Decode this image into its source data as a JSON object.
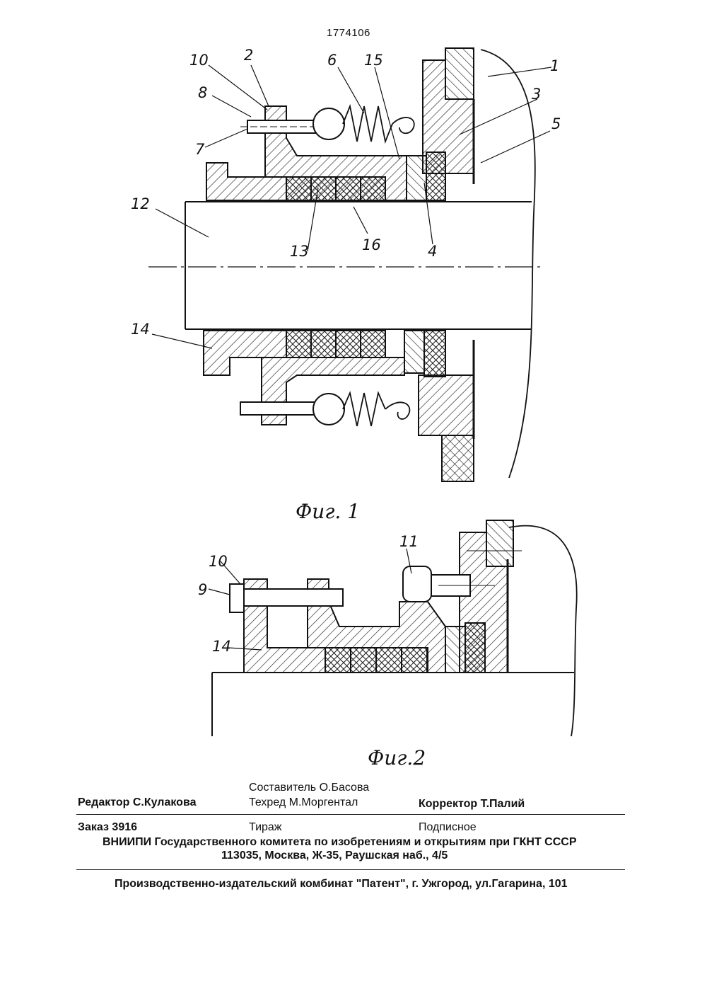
{
  "header": {
    "patent_number": "1774106"
  },
  "figure1": {
    "caption": "Фиг. 1",
    "labels": {
      "l1": "1",
      "l2": "2",
      "l3": "3",
      "l4": "4",
      "l5": "5",
      "l6": "6",
      "l7": "7",
      "l8": "8",
      "l10": "10",
      "l12": "12",
      "l13": "13",
      "l14": "14",
      "l15": "15",
      "l16": "16"
    }
  },
  "figure2": {
    "caption": "Фиг.2",
    "labels": {
      "l9": "9",
      "l10": "10",
      "l11": "11",
      "l14": "14"
    }
  },
  "footer": {
    "sostavitel": "Составитель О.Басова",
    "redaktor": "Редактор С.Кулакова",
    "tehred": "Техред М.Моргентал",
    "korrektor": "Корректор Т.Палий",
    "zakaz": "Заказ 3916",
    "tirazh": "Тираж",
    "podpisnoe": "Подписное",
    "org_line": "ВНИИПИ Государственного комитета по изобретениям и открытиям при ГКНТ СССР",
    "address_line": "113035, Москва, Ж-35, Раушская наб., 4/5",
    "publisher_line": "Производственно-издательский комбинат \"Патент\", г. Ужгород, ул.Гагарина, 101"
  }
}
